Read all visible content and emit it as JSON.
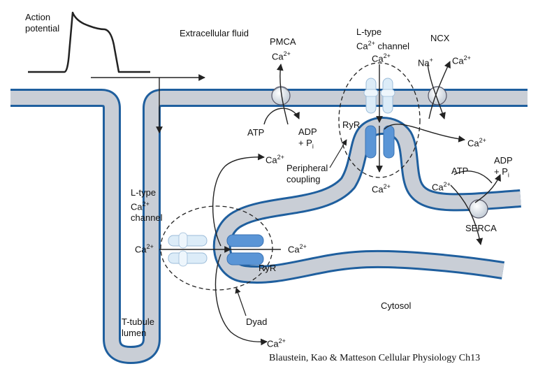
{
  "labels": {
    "action_potential": [
      "Action",
      "potential"
    ],
    "extracellular_fluid": "Extracellular fluid",
    "pmca": "PMCA",
    "ca": "Ca",
    "two_plus": "2+",
    "plus": "+",
    "na": "Na",
    "atp": "ATP",
    "adp": "ADP",
    "pi_plus": "+ P",
    "pi_sub": "i",
    "l_type": "L-type",
    "channel": "channel",
    "ncx": "NCX",
    "ryr": "RyR",
    "peripheral_coupling": [
      "Peripheral",
      "coupling"
    ],
    "serca": "SERCA",
    "t_tubule_lumen": [
      "T-tubule",
      "lumen"
    ],
    "dyad": "Dyad",
    "cytosol": "Cytosol"
  },
  "caption": "Blaustein, Kao & Matteson Cellular Physiology Ch13",
  "colors": {
    "membrane_fill": "#c9ced6",
    "membrane_line": "#1f5f9e",
    "ryr_blue": "#5a95d6",
    "ltype_light": "#dcecf8",
    "pump_fill": "#e9eef4"
  }
}
